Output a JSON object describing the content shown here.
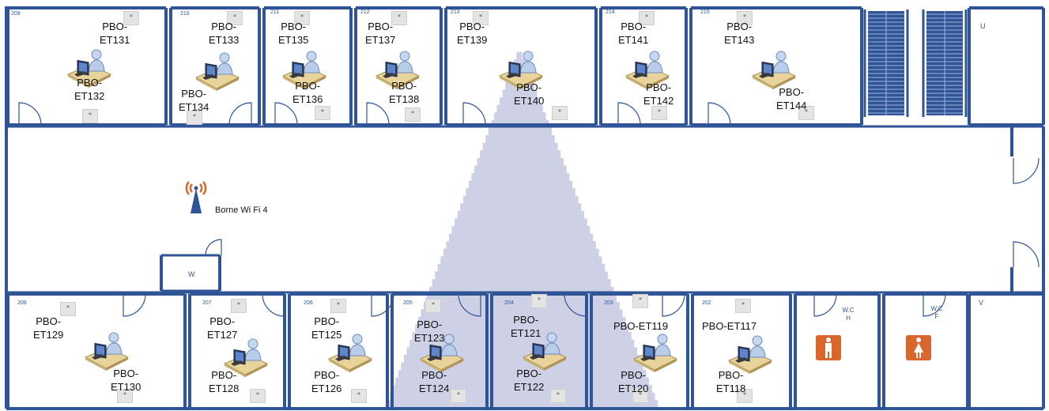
{
  "rooms_top": [
    {
      "num": "209",
      "pc_a": "PBO-ET131",
      "pc_b": "PBO-ET132"
    },
    {
      "num": "210",
      "pc_a": "PBO-ET133",
      "pc_b": "PBO-ET134"
    },
    {
      "num": "211",
      "pc_a": "PBO-ET135",
      "pc_b": "PBO-ET136"
    },
    {
      "num": "212",
      "pc_a": "PBO-ET137",
      "pc_b": "PBO-ET138"
    },
    {
      "num": "213",
      "pc_a": "PBO-ET139",
      "pc_b": "PBO-ET140"
    },
    {
      "num": "214",
      "pc_a": "PBO-ET141",
      "pc_b": "PBO-ET142"
    },
    {
      "num": "215",
      "pc_a": "PBO-ET143",
      "pc_b": "PBO-ET144"
    }
  ],
  "rooms_bottom": [
    {
      "num": "208",
      "pc_a": "PBO-ET129",
      "pc_b": "PBO-ET130"
    },
    {
      "num": "207",
      "pc_a": "PBO-ET127",
      "pc_b": "PBO-ET128"
    },
    {
      "num": "206",
      "pc_a": "PBO-ET125",
      "pc_b": "PBO-ET126"
    },
    {
      "num": "205",
      "pc_a": "PBO-ET123",
      "pc_b": "PBO-ET124"
    },
    {
      "num": "204",
      "pc_a": "PBO-ET121",
      "pc_b": "PBO-ET122"
    },
    {
      "num": "203",
      "pc_a": "PBO-ET119",
      "pc_b": "PBO-ET120"
    },
    {
      "num": "202",
      "pc_a": "PBO-ET117",
      "pc_b": "PBO-ET118"
    }
  ],
  "room_u": "U",
  "room_v": "V",
  "room_w": "W",
  "wc_men": "W.C\nH",
  "wc_women": "W.C\nF",
  "wifi": {
    "label": "Borne Wi Fi 4",
    "icon": "wifi-antenna-icon"
  },
  "colors": {
    "wall": "#2f5597",
    "coverage": "#c9cbe3",
    "stairs": "#2f5597",
    "wc_sign": "#d9672b"
  }
}
